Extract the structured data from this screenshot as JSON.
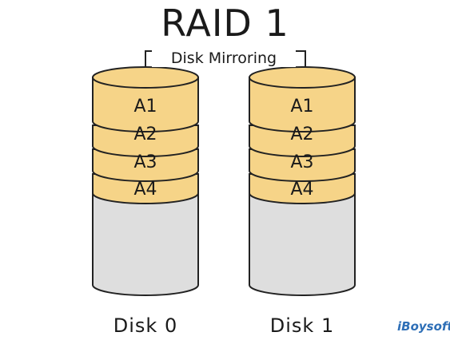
{
  "title": "RAID 1",
  "subtitle": "Disk Mirroring",
  "disks": [
    {
      "label": "Disk 0",
      "blocks": [
        "A1",
        "A2",
        "A3",
        "A4"
      ]
    },
    {
      "label": "Disk 1",
      "blocks": [
        "A1",
        "A2",
        "A3",
        "A4"
      ]
    }
  ],
  "brand": "iBoysoft",
  "colors": {
    "block_fill": "#f6d488",
    "empty_fill": "#dedede",
    "outline": "#222222"
  }
}
